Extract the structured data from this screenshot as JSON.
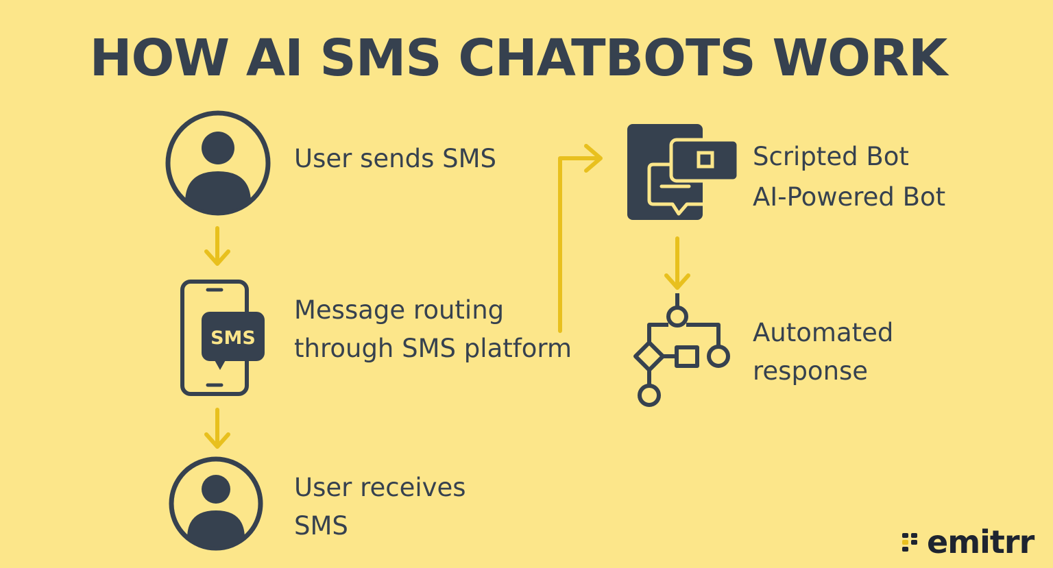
{
  "title": "HOW AI SMS CHATBOTS WORK",
  "steps": {
    "user_sends": {
      "line1": "User sends SMS"
    },
    "routing": {
      "line1": "Message routing",
      "line2": "through SMS platform"
    },
    "user_receives": {
      "line1": "User receives",
      "line2": "SMS"
    },
    "bots": {
      "line1": "Scripted Bot",
      "line2": "AI-Powered Bot"
    },
    "automated": {
      "line1": "Automated",
      "line2": "response"
    }
  },
  "phone_badge": "SMS",
  "logo": {
    "text": "emitrr"
  },
  "colors": {
    "background": "#FCE68A",
    "ink": "#36414F",
    "accent": "#E8C01E"
  }
}
